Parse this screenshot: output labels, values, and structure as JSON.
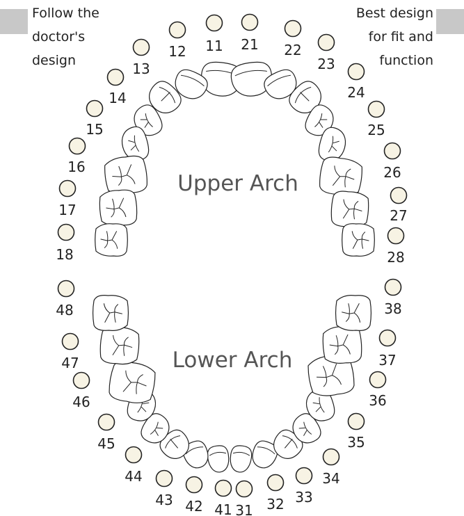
{
  "options": {
    "left": {
      "lines": [
        "Follow the",
        "doctor's",
        "design"
      ]
    },
    "right": {
      "lines": [
        "Best design",
        "for fit and",
        "function"
      ]
    }
  },
  "arch_labels": {
    "upper": "Upper Arch",
    "lower": "Lower Arch"
  },
  "colors": {
    "selector_fill": "#f7f3e4",
    "outline": "#222222",
    "arch_label": "#555555",
    "option_box": "#c8c8c8"
  },
  "teeth": [
    {
      "id": "11",
      "label": "11"
    },
    {
      "id": "12",
      "label": "12"
    },
    {
      "id": "13",
      "label": "13"
    },
    {
      "id": "14",
      "label": "14"
    },
    {
      "id": "15",
      "label": "15"
    },
    {
      "id": "16",
      "label": "16"
    },
    {
      "id": "17",
      "label": "17"
    },
    {
      "id": "18",
      "label": "18"
    },
    {
      "id": "21",
      "label": "21"
    },
    {
      "id": "22",
      "label": "22"
    },
    {
      "id": "23",
      "label": "23"
    },
    {
      "id": "24",
      "label": "24"
    },
    {
      "id": "25",
      "label": "25"
    },
    {
      "id": "26",
      "label": "26"
    },
    {
      "id": "27",
      "label": "27"
    },
    {
      "id": "28",
      "label": "28"
    },
    {
      "id": "31",
      "label": "31"
    },
    {
      "id": "32",
      "label": "32"
    },
    {
      "id": "33",
      "label": "33"
    },
    {
      "id": "34",
      "label": "34"
    },
    {
      "id": "35",
      "label": "35"
    },
    {
      "id": "36",
      "label": "36"
    },
    {
      "id": "37",
      "label": "37"
    },
    {
      "id": "38",
      "label": "38"
    },
    {
      "id": "41",
      "label": "41"
    },
    {
      "id": "42",
      "label": "42"
    },
    {
      "id": "43",
      "label": "43"
    },
    {
      "id": "44",
      "label": "44"
    },
    {
      "id": "45",
      "label": "45"
    },
    {
      "id": "46",
      "label": "46"
    },
    {
      "id": "47",
      "label": "47"
    },
    {
      "id": "48",
      "label": "48"
    }
  ]
}
